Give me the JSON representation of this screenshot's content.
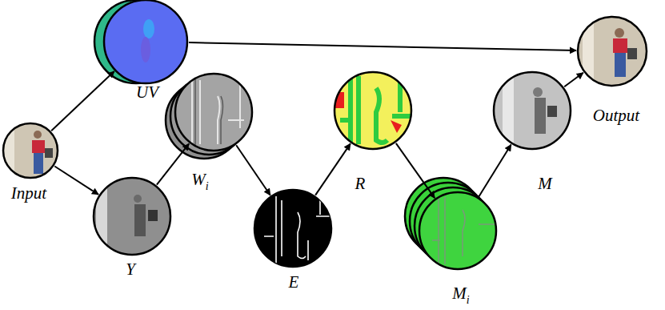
{
  "diagram": {
    "nodes": [
      {
        "text": [
          "Input"
        ]
      },
      {
        "text": [
          "UV"
        ]
      },
      {
        "text": [
          "Y"
        ]
      },
      {
        "text": [
          "W",
          "i"
        ]
      },
      {
        "text": [
          "E"
        ]
      },
      {
        "text": [
          "R"
        ]
      },
      {
        "text": [
          "M",
          "i"
        ]
      },
      {
        "text": [
          "M"
        ]
      },
      {
        "text": [
          "Output"
        ]
      }
    ],
    "edges": [
      {
        "from": 0,
        "to": 1,
        "arrow": "to"
      },
      {
        "from": 0,
        "to": 2,
        "arrow": "to"
      },
      {
        "from": 1,
        "to": 8,
        "arrow": "to"
      },
      {
        "from": 2,
        "to": 3,
        "arrow": "to"
      },
      {
        "from": 3,
        "to": 4,
        "arrow": "to"
      },
      {
        "from": 4,
        "to": 5,
        "arrow": "to"
      },
      {
        "from": 5,
        "to": 6,
        "arrow": "to"
      },
      {
        "from": 6,
        "to": 7,
        "arrow": "to"
      },
      {
        "from": 7,
        "to": 8,
        "arrow": "to"
      }
    ]
  }
}
